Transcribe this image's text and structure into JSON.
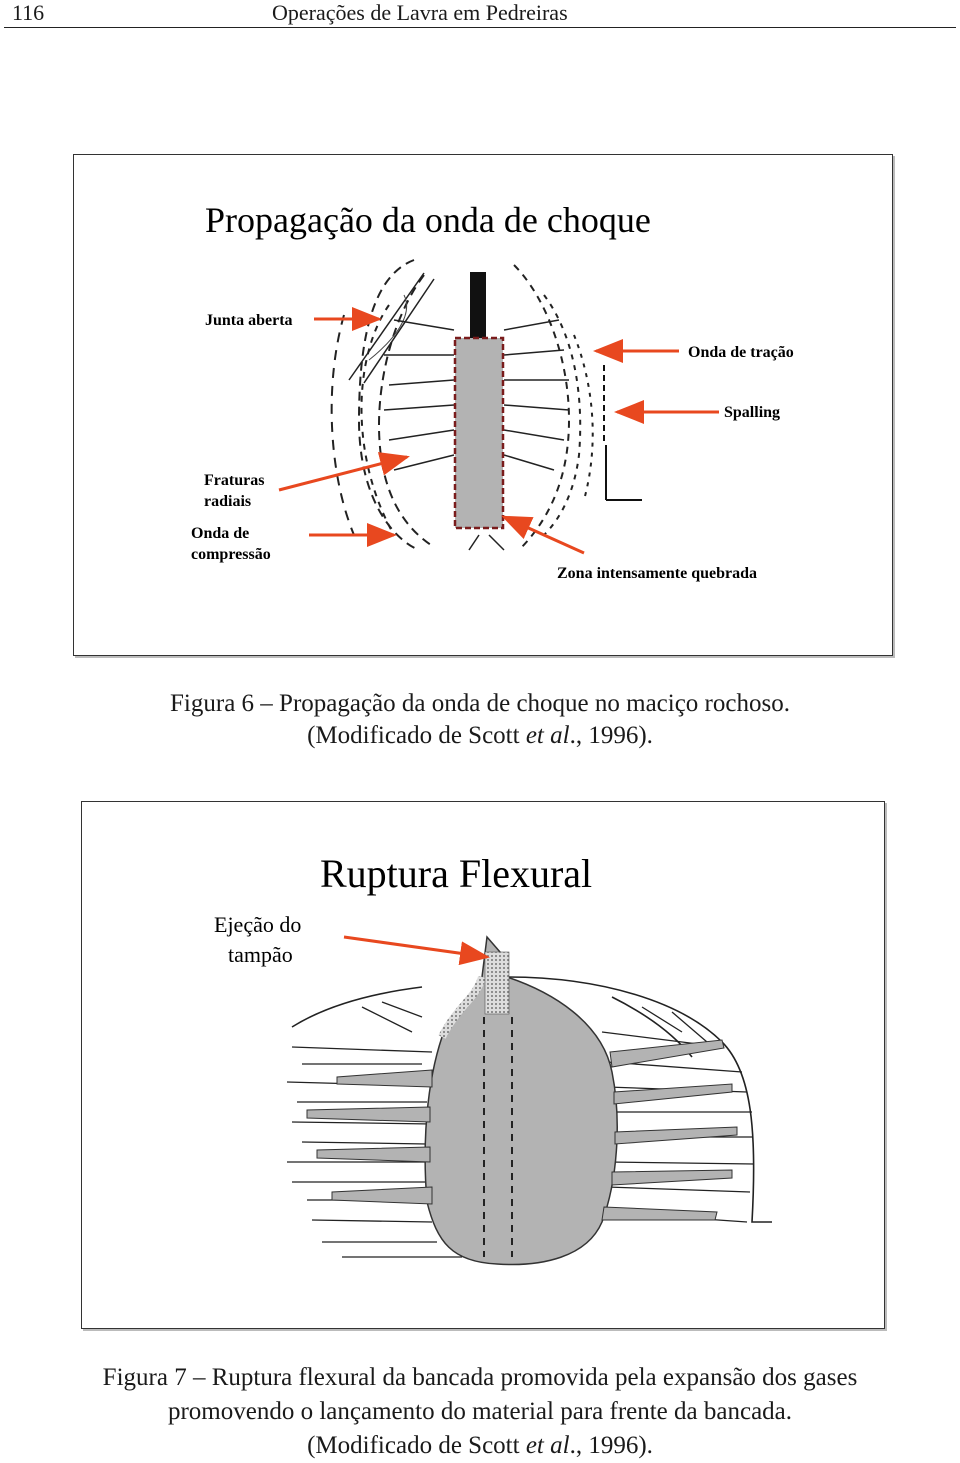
{
  "header": {
    "page_number": "116",
    "running_title": "Operações de Lavra em Pedreiras"
  },
  "figure6": {
    "title": "Propagação da onda de choque",
    "labels": {
      "open_joint": "Junta aberta",
      "tension_wave": "Onda de tração",
      "spalling": "Spalling",
      "radial_fractures_1": "Fraturas",
      "radial_fractures_2": "radiais",
      "compression_wave_1": "Onda de",
      "compression_wave_2": "compressão",
      "crushed_zone": "Zona intensamente quebrada"
    },
    "caption_line1": "Figura 6 – Propagação da onda de choque no maciço rochoso.",
    "caption_line2_pre": "(Modificado de Scott ",
    "caption_line2_em": "et al",
    "caption_line2_post": "., 1996).",
    "arrow_color": "#e8481f"
  },
  "figure7": {
    "title": "Ruptura Flexural",
    "label_line1": "Ejeção do",
    "label_line2": "tampão",
    "caption_line1": "Figura 7 – Ruptura flexural da bancada promovida pela expansão dos gases",
    "caption_line2": "promovendo o lançamento do material para frente da bancada.",
    "caption_line3_pre": "(Modificado de Scott ",
    "caption_line3_em": "et al",
    "caption_line3_post": "., 1996).",
    "body_color": "#b3b3b3",
    "arrow_color": "#e8481f"
  }
}
